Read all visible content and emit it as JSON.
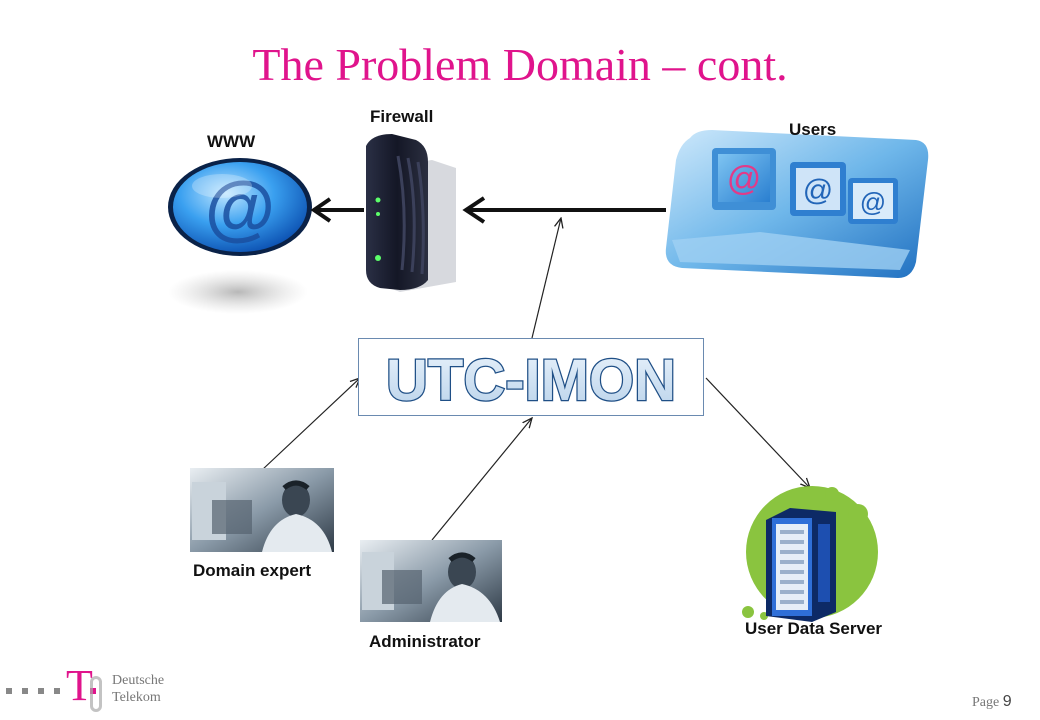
{
  "slide": {
    "title": "The Problem Domain – cont.",
    "accent_color": "#e0148c"
  },
  "nodes": {
    "www": {
      "label": "WWW",
      "icon": "at-sign-globe-icon"
    },
    "firewall": {
      "label": "Firewall",
      "icon": "firewall-router-icon"
    },
    "users": {
      "label": "Users",
      "icon": "user-computers-icon"
    },
    "utc_imon": {
      "label": "UTC-IMON"
    },
    "domain_expert": {
      "label": "Domain expert",
      "icon": "person-on-phone-photo"
    },
    "administrator": {
      "label": "Administrator",
      "icon": "person-on-phone-photo"
    },
    "user_data_server": {
      "label": "User Data Server",
      "icon": "server-rack-icon"
    }
  },
  "footer": {
    "brand_line1": "Deutsche",
    "brand_line2": "Telekom",
    "logo_letter": "T",
    "page_label": "Page",
    "page_number": "9"
  }
}
